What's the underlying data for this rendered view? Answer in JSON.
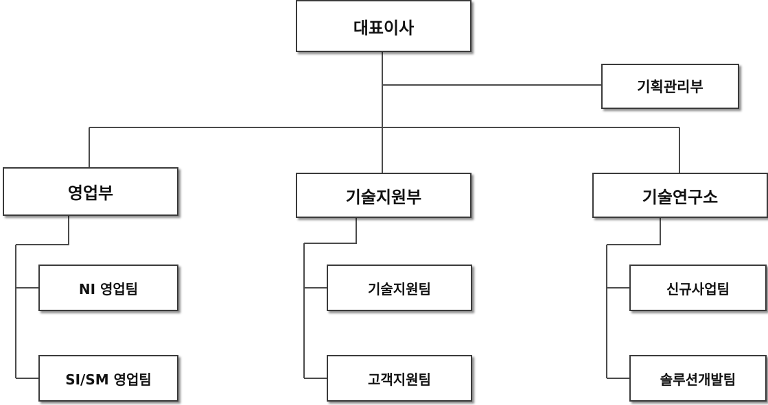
{
  "org": {
    "ceo": "대표이사",
    "planning": "기획관리부",
    "sales": "영업부",
    "tech_support_dept": "기술지원부",
    "research_lab": "기술연구소",
    "ni_sales_team": "NI 영업팀",
    "sism_sales_team": "SI/SM 영업팀",
    "tech_support_team": "기술지원팀",
    "customer_support_team": "고객지원팀",
    "new_business_team": "신규사업팀",
    "solution_dev_team": "솔루션개발팀"
  }
}
